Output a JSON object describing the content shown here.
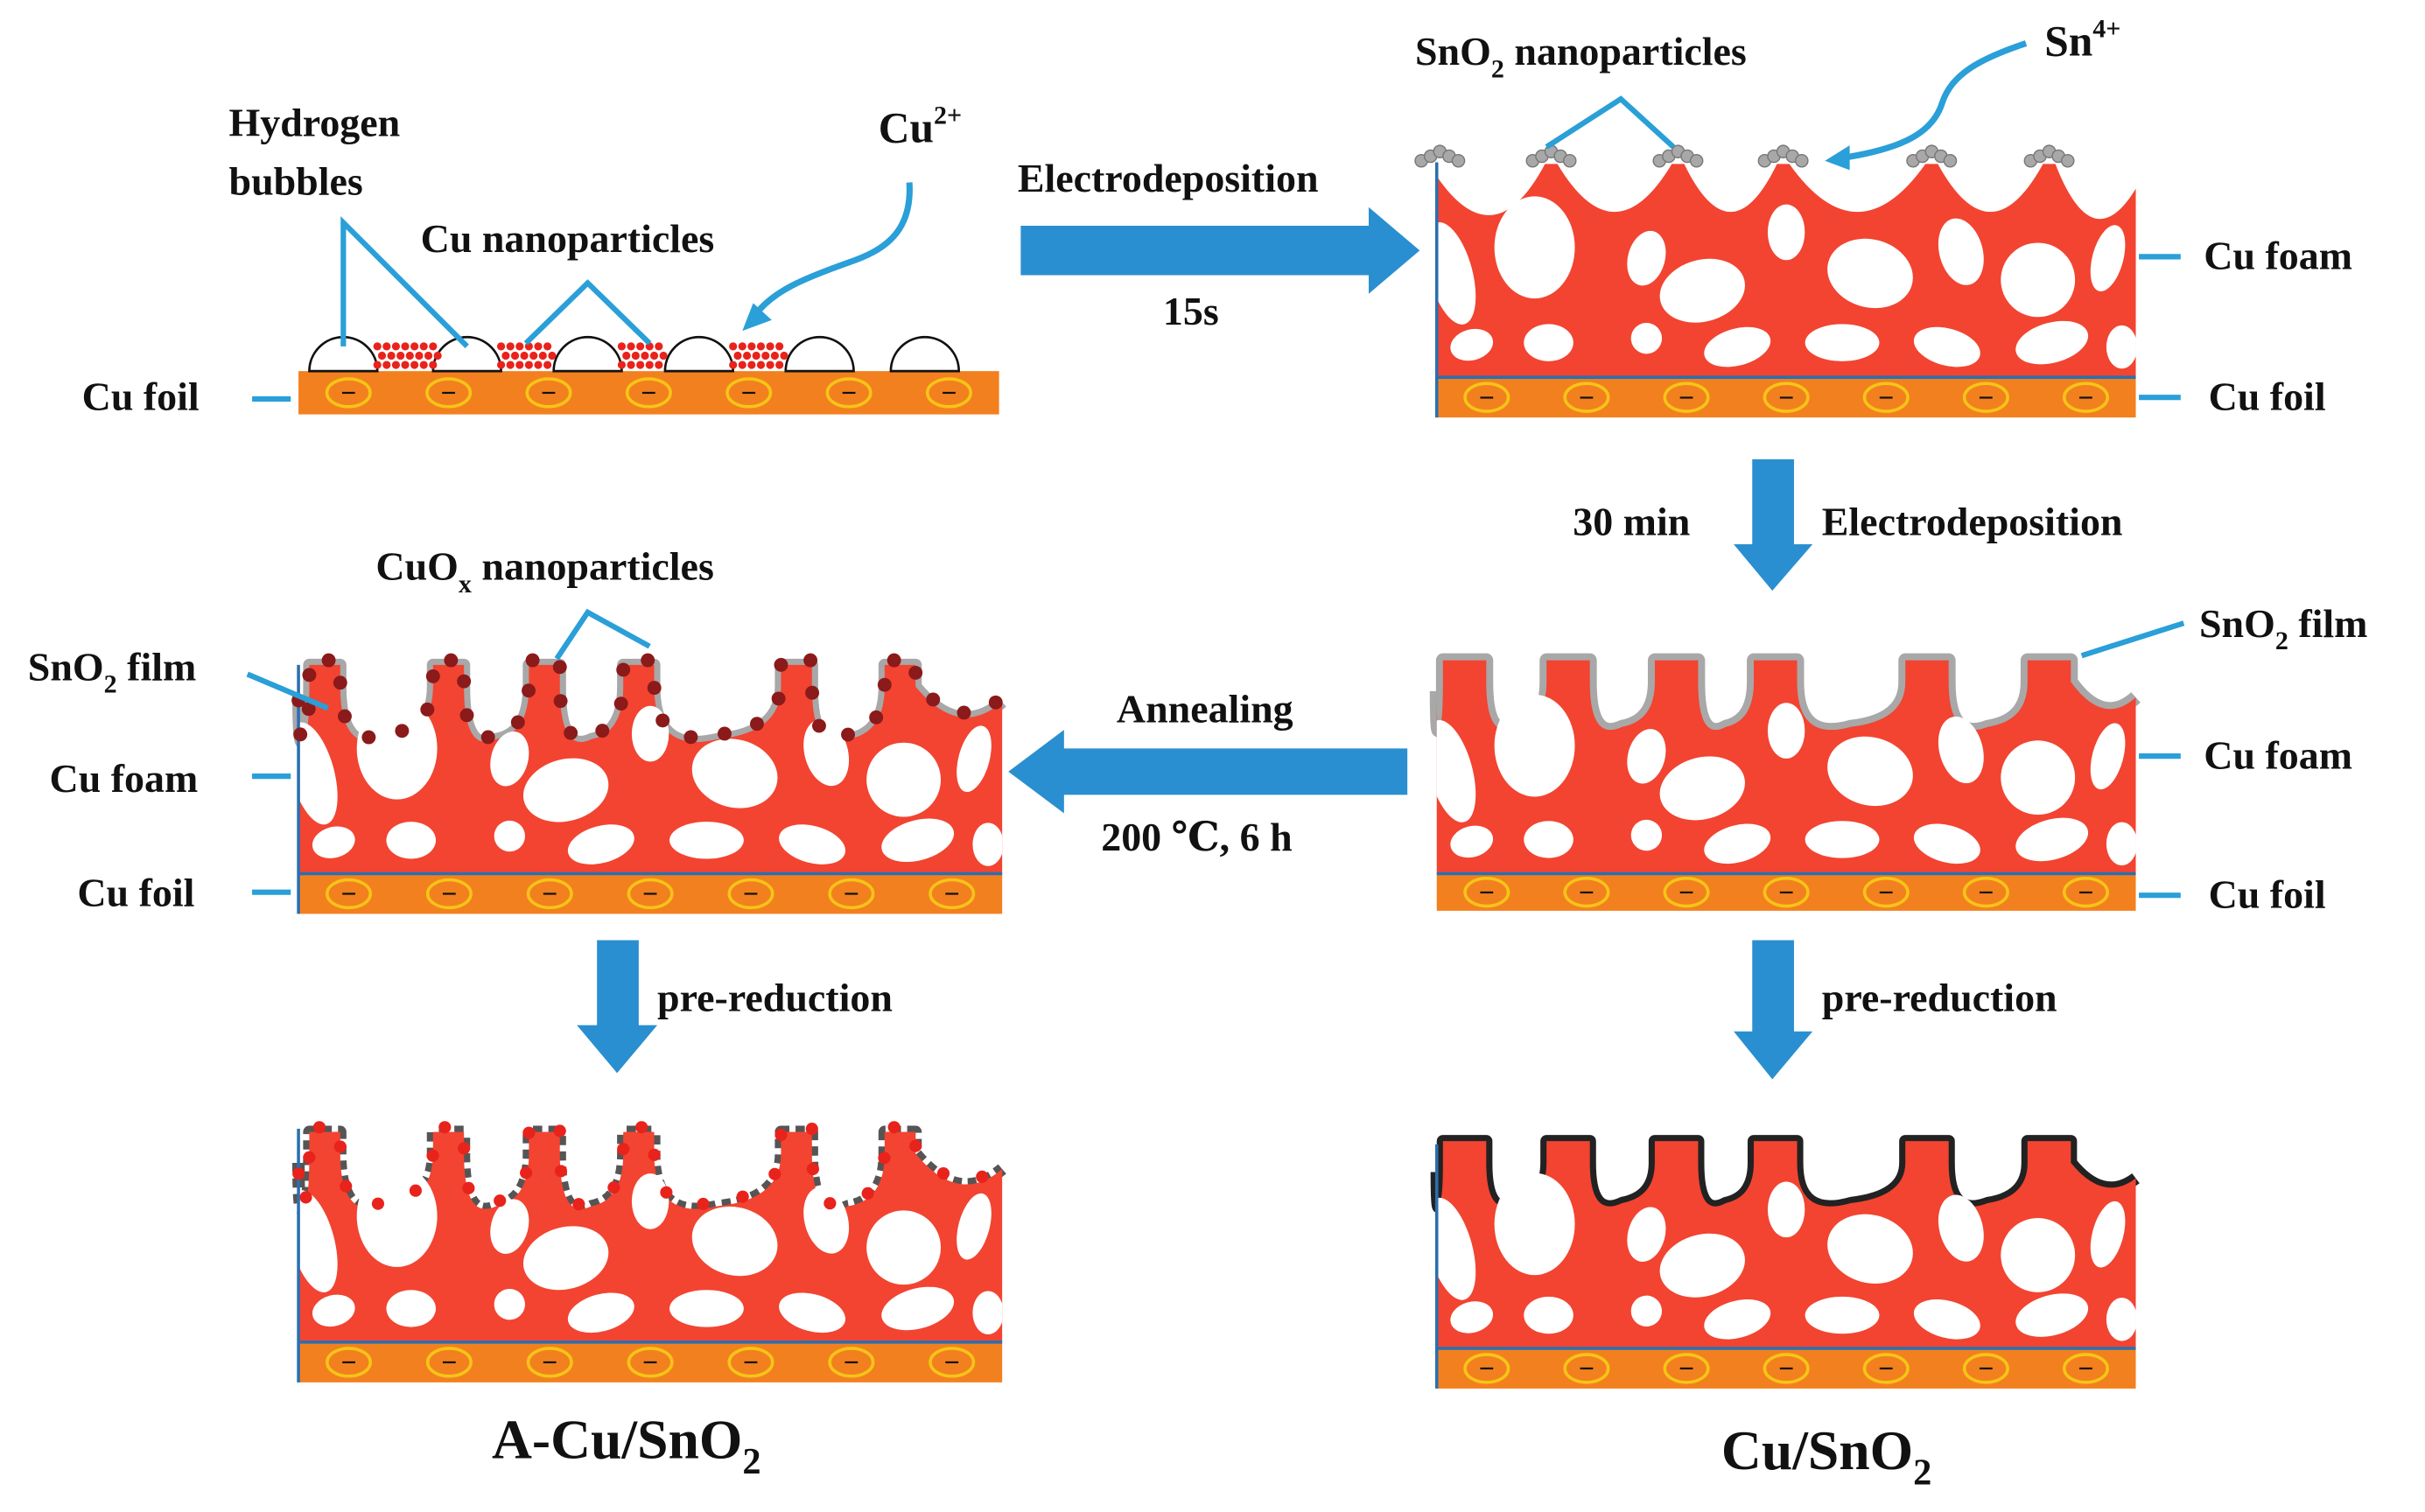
{
  "colors": {
    "foam_red": "#f24431",
    "foil_orange": "#f3801f",
    "arrow_blue": "#2a8fd0",
    "leader_blue": "#2a9fd8",
    "pore_white": "#ffffff",
    "sno2_grey": "#a8a8a8",
    "cuox_darkred": "#8b1a1a",
    "cu_particle_red": "#e8231b",
    "charge_ring": "#f5c518",
    "film_black": "#222222"
  },
  "labels": {
    "hydrogen_bubbles_line1": "Hydrogen",
    "hydrogen_bubbles_line2": "bubbles",
    "cu_nanoparticles": "Cu nanoparticles",
    "cu_ion_base": "Cu",
    "cu_ion_charge": "2+",
    "cu_foil": "Cu foil",
    "electrodeposition": "Electrodeposition",
    "time_15s": "15s",
    "sno2_np_pre": "SnO",
    "sno2_np_sub": "2",
    "sno2_np_post": " nanoparticles",
    "sn_ion_base": "Sn",
    "sn_ion_charge": "4+",
    "cu_foam": "Cu foam",
    "time_30min": "30 min",
    "cuox_np_pre": "CuO",
    "cuox_np_sub": "x",
    "cuox_np_post": " nanoparticles",
    "sno2_film_pre": "SnO",
    "sno2_film_sub": "2",
    "sno2_film_post": " film",
    "annealing": "Annealing",
    "annealing_conditions": "200 ℃, 6 h",
    "pre_reduction": "pre-reduction",
    "minus": "−",
    "final_left_pre": "A-Cu/SnO",
    "final_left_sub": "2",
    "final_right_pre": "Cu/SnO",
    "final_right_sub": "2"
  }
}
